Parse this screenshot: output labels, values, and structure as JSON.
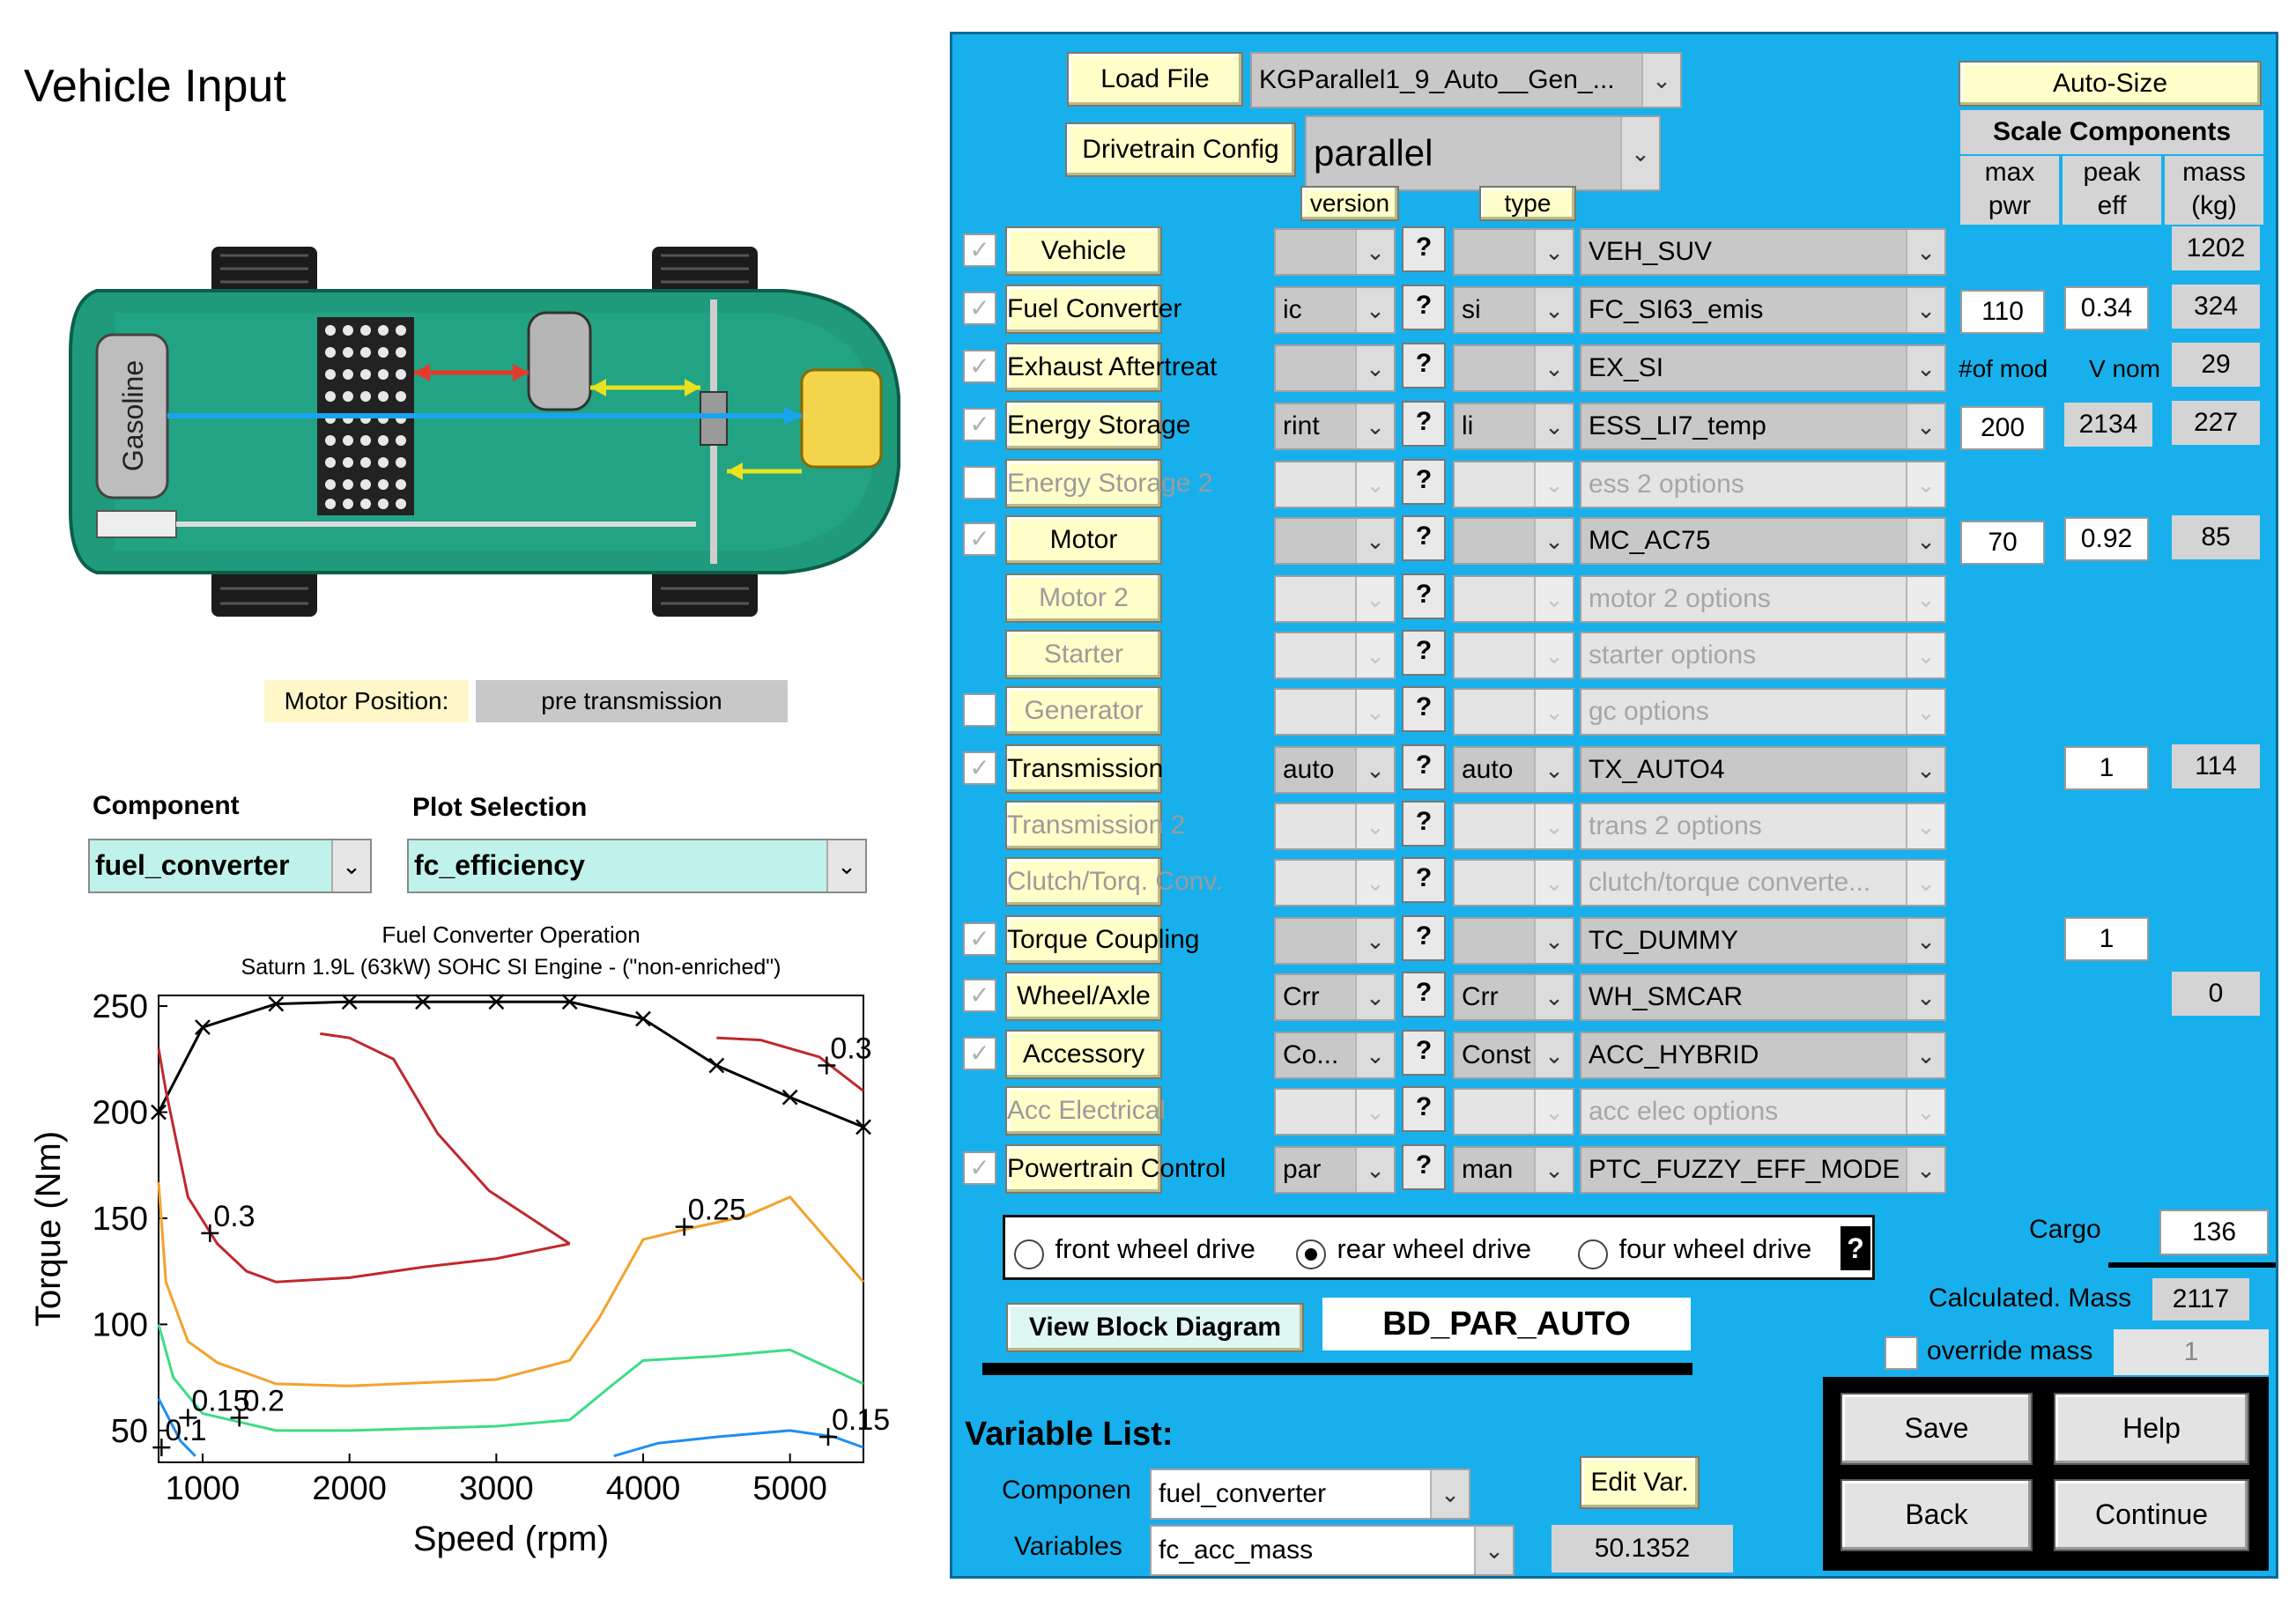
{
  "vehicle_input": {
    "title": "Vehicle Input",
    "image_label": "Gasoline",
    "motor_position_label": "Motor Position:",
    "motor_position_value": "pre transmission"
  },
  "plot_controls": {
    "component_label": "Component",
    "component_value": "fuel_converter",
    "plot_selection_label": "Plot Selection",
    "plot_selection_value": "fc_efficiency"
  },
  "chart_data": {
    "type": "line",
    "title": "Fuel Converter Operation",
    "subtitle": "Saturn 1.9L (63kW) SOHC SI Engine - (\"non-enriched\")",
    "xlabel": "Speed (rpm)",
    "ylabel": "Torque (Nm)",
    "xlim": [
      700,
      5500
    ],
    "ylim": [
      35,
      255
    ],
    "xticks": [
      1000,
      2000,
      3000,
      4000,
      5000
    ],
    "yticks": [
      50,
      100,
      150,
      200,
      250
    ],
    "series": [
      {
        "name": "",
        "color": "#000000",
        "marker": "x",
        "x": [
          700,
          1000,
          1500,
          2000,
          2500,
          3000,
          3500,
          4000,
          4500,
          5000,
          5500
        ],
        "y": [
          200,
          240,
          251,
          252,
          252,
          252,
          252,
          244,
          222,
          207,
          193
        ]
      },
      {
        "name": "",
        "color": "#c0282c",
        "marker": "",
        "x": [
          700,
          750,
          900,
          1100,
          1300,
          1500,
          2000,
          2500,
          3000,
          3500
        ],
        "y": [
          230,
          210,
          160,
          138,
          125,
          120,
          122,
          127,
          131,
          138
        ]
      },
      {
        "name": "",
        "color": "#c0282c",
        "marker": "",
        "x": [
          1800,
          2000,
          2300,
          2600,
          2950,
          3500
        ],
        "y": [
          237,
          235,
          225,
          190,
          163,
          138
        ]
      },
      {
        "name": "",
        "color": "#c0282c",
        "marker": "",
        "x": [
          4500,
          4800,
          5200,
          5500
        ],
        "y": [
          235,
          234,
          226,
          210
        ]
      },
      {
        "name": "",
        "color": "#f4a22b",
        "marker": "",
        "x": [
          700,
          750,
          900,
          1100,
          1500,
          2000,
          3000,
          3500,
          3700,
          4000,
          4300,
          4700,
          5000,
          5500
        ],
        "y": [
          167,
          120,
          92,
          82,
          72,
          71,
          74,
          83,
          103,
          140,
          145,
          151,
          160,
          120
        ]
      },
      {
        "name": "",
        "color": "#3ddc86",
        "marker": "",
        "x": [
          700,
          800,
          1000,
          1500,
          2000,
          3000,
          3500,
          3800,
          4000,
          4500,
          5000,
          5500
        ],
        "y": [
          100,
          75,
          58,
          50,
          50,
          52,
          55,
          72,
          83,
          85,
          88,
          72
        ]
      },
      {
        "name": "",
        "color": "#1f8ef1",
        "marker": "",
        "x": [
          700,
          850,
          950
        ],
        "y": [
          65,
          45,
          38
        ]
      },
      {
        "name": "",
        "color": "#1f8ef1",
        "marker": "",
        "x": [
          3800,
          4100,
          4500,
          5000,
          5300,
          5500
        ],
        "y": [
          38,
          44,
          47,
          50,
          47,
          42
        ]
      }
    ],
    "contour_labels": [
      {
        "text": "0.3",
        "x": 1050,
        "y": 143
      },
      {
        "text": "0.25",
        "x": 4280,
        "y": 146
      },
      {
        "text": "0.15",
        "x": 900,
        "y": 56
      },
      {
        "text": "0.2",
        "x": 1250,
        "y": 56
      },
      {
        "text": "0.1",
        "x": 720,
        "y": 42
      },
      {
        "text": "0.15",
        "x": 5260,
        "y": 47
      },
      {
        "text": "0.3",
        "x": 5250,
        "y": 222
      }
    ]
  },
  "top": {
    "load_file_label": "Load File",
    "file_value": "KGParallel1_9_Auto__Gen_...",
    "drivetrain_label": "Drivetrain Config",
    "drivetrain_value": "parallel",
    "version_header": "version",
    "type_header": "type",
    "auto_size_label": "Auto-Size",
    "scale_header": "Scale Components",
    "col_max_pwr": "max pwr",
    "col_peak_eff": "peak eff",
    "col_mass": "mass (kg)"
  },
  "components": [
    {
      "name": "Vehicle",
      "checked": true,
      "enabled": true,
      "version": "",
      "type": "",
      "file": "VEH_SUV",
      "mass": "1202"
    },
    {
      "name": "Fuel Converter",
      "checked": true,
      "enabled": true,
      "version": "ic",
      "type": "si",
      "file": "FC_SI63_emis",
      "pwr": "110",
      "eff": "0.34",
      "mass": "324"
    },
    {
      "name": "Exhaust Aftertreat",
      "checked": true,
      "enabled": true,
      "version": "",
      "type": "",
      "file": "EX_SI",
      "note1": "#of mod",
      "note2": "V nom",
      "mass": "29"
    },
    {
      "name": "Energy Storage",
      "checked": true,
      "enabled": true,
      "version": "rint",
      "type": "li",
      "file": "ESS_LI7_temp",
      "pwr": "200",
      "eff_gray": "2134",
      "mass": "227"
    },
    {
      "name": "Energy Storage 2",
      "checked": false,
      "enabled": false,
      "version": "",
      "type": "",
      "file": "ess 2 options"
    },
    {
      "name": "Motor",
      "checked": true,
      "enabled": true,
      "version": "",
      "type": "",
      "file": "MC_AC75",
      "pwr": "70",
      "eff": "0.92",
      "mass": "85"
    },
    {
      "name": "Motor 2",
      "nocheck": true,
      "enabled": false,
      "version": "",
      "type": "",
      "file": "motor 2 options"
    },
    {
      "name": "Starter",
      "nocheck": true,
      "enabled": false,
      "version": "",
      "type": "",
      "file": "starter options"
    },
    {
      "name": "Generator",
      "checked": false,
      "enabled": false,
      "version": "",
      "type": "",
      "file": "gc options"
    },
    {
      "name": "Transmission",
      "checked": true,
      "enabled": true,
      "version": "auto",
      "type": "auto",
      "file": "TX_AUTO4",
      "eff": "1",
      "mass": "114"
    },
    {
      "name": "Transmission 2",
      "nocheck": true,
      "enabled": false,
      "version": "",
      "type": "",
      "file": "trans 2 options"
    },
    {
      "name": "Clutch/Torq. Conv.",
      "nocheck": true,
      "enabled": false,
      "version": "",
      "type": "",
      "file": "clutch/torque converte..."
    },
    {
      "name": "Torque Coupling",
      "checked": true,
      "enabled": true,
      "version": "",
      "type": "",
      "file": "TC_DUMMY",
      "eff": "1"
    },
    {
      "name": "Wheel/Axle",
      "checked": true,
      "enabled": true,
      "version": "Crr",
      "type": "Crr",
      "file": "WH_SMCAR",
      "mass": "0"
    },
    {
      "name": "Accessory",
      "checked": true,
      "enabled": true,
      "version": "Co...",
      "type": "Const",
      "file": "ACC_HYBRID"
    },
    {
      "name": "Acc Electrical",
      "nocheck": true,
      "enabled": false,
      "version": "",
      "type": "",
      "file": "acc elec options"
    },
    {
      "name": "Powertrain Control",
      "checked": true,
      "enabled": true,
      "version": "par",
      "type": "man",
      "file": "PTC_FUZZY_EFF_MODE"
    }
  ],
  "drive": {
    "front": "front wheel drive",
    "rear": "rear wheel drive",
    "four": "four wheel drive",
    "selected": "rear",
    "help": "?"
  },
  "mass": {
    "cargo_label": "Cargo",
    "cargo_value": "136",
    "calc_label": "Calculated. Mass",
    "calc_value": "2117",
    "override_label": "override mass",
    "override_value": "1"
  },
  "block": {
    "button": "View Block Diagram",
    "value": "BD_PAR_AUTO"
  },
  "variables": {
    "title": "Variable List:",
    "component_label": "Componen",
    "component_value": "fuel_converter",
    "variables_label": "Variables",
    "variable_value": "fc_acc_mass",
    "edit_label": "Edit Var.",
    "value": "50.1352"
  },
  "actions": {
    "save": "Save",
    "help": "Help",
    "back": "Back",
    "continue": "Continue"
  },
  "help_glyph": "?",
  "check_glyph": "✓",
  "dropdown_glyph": "⌄"
}
